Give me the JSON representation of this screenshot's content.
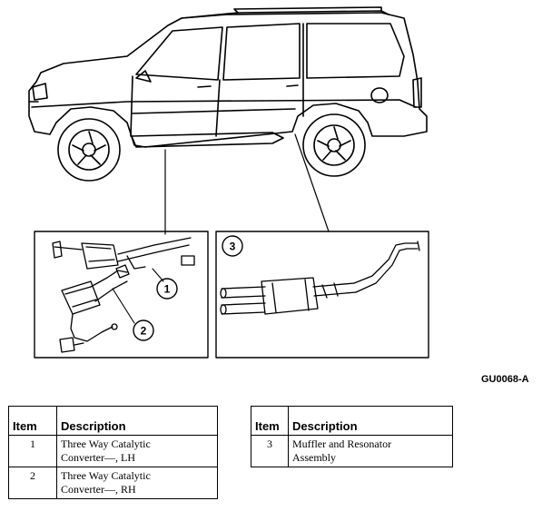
{
  "figure_code": "GU0068-A",
  "callouts": [
    "1",
    "2",
    "3"
  ],
  "table_header": {
    "item": "Item",
    "description": "Description"
  },
  "table_left": [
    {
      "item": "1",
      "description": [
        "Three Way Catalytic",
        "Converter—, LH"
      ]
    },
    {
      "item": "2",
      "description": [
        "Three Way Catalytic",
        "Converter—, RH"
      ]
    }
  ],
  "table_right": [
    {
      "item": "3",
      "description": [
        "Muffler and Resonator",
        "Assembly"
      ]
    }
  ]
}
